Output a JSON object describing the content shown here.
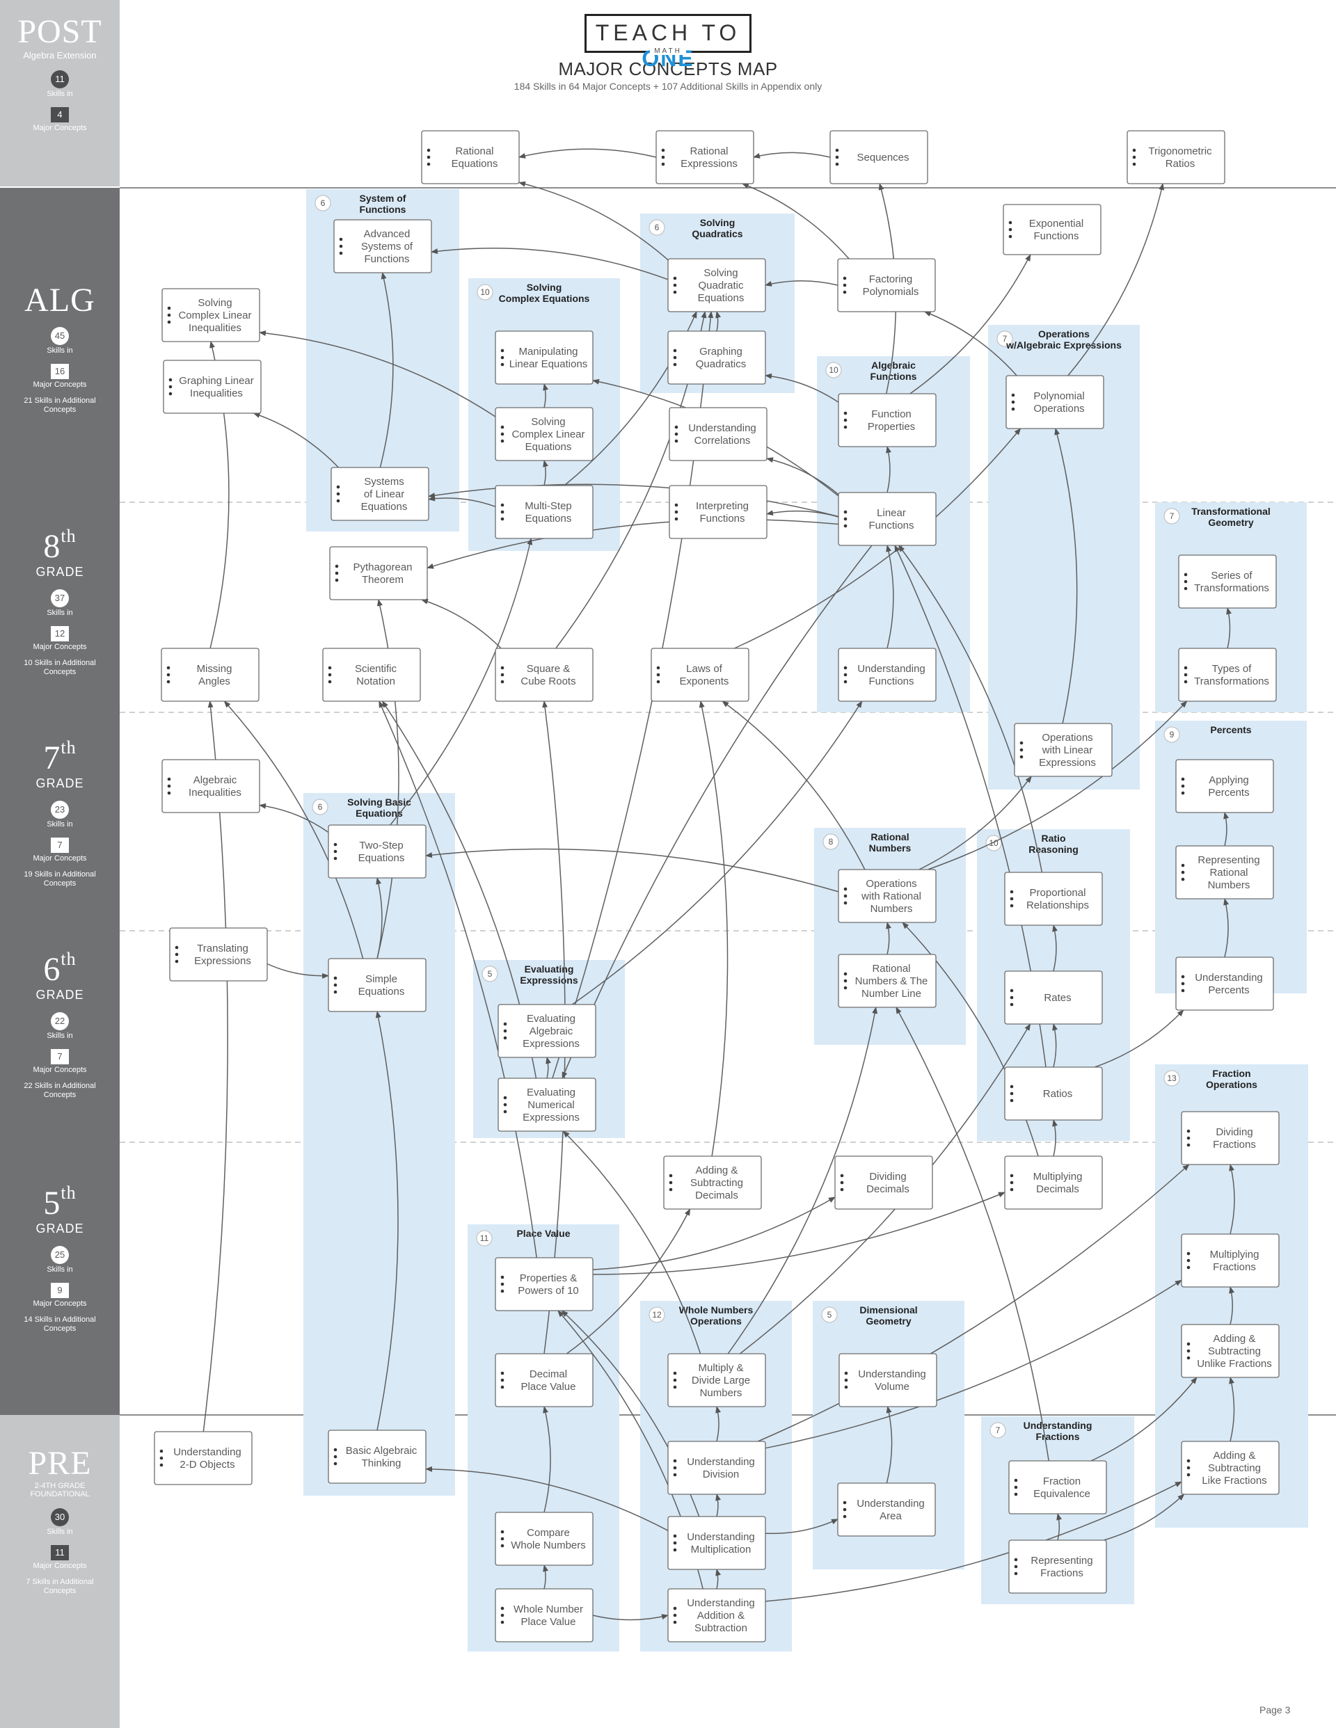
{
  "header": {
    "logo": {
      "word1": "TEACH TO",
      "word2": "ONE",
      "math": "MATH"
    },
    "title": "MAJOR CONCEPTS MAP",
    "subtitle": "184 Skills in 64 Major Concepts + 107 Additional Skills in Appendix only"
  },
  "sidebar": [
    {
      "name": "POST",
      "sub": "Algebra Extension",
      "skills": "11",
      "skills_label": "Skills in",
      "concepts": "4",
      "concepts_label": "Major Concepts"
    },
    {
      "name": "ALG",
      "skills": "45",
      "skills_label": "Skills in",
      "concepts": "16",
      "concepts_label": "Major Concepts",
      "extra": "21 Skills in Additional Concepts"
    },
    {
      "name": "8",
      "sup": "th",
      "grade": "GRADE",
      "skills": "37",
      "skills_label": "Skills in",
      "concepts": "12",
      "concepts_label": "Major Concepts",
      "extra": "10 Skills in Additional Concepts"
    },
    {
      "name": "7",
      "sup": "th",
      "grade": "GRADE",
      "skills": "23",
      "skills_label": "Skills in",
      "concepts": "7",
      "concepts_label": "Major Concepts",
      "extra": "19 Skills in Additional Concepts"
    },
    {
      "name": "6",
      "sup": "th",
      "grade": "GRADE",
      "skills": "22",
      "skills_label": "Skills in",
      "concepts": "7",
      "concepts_label": "Major Concepts",
      "extra": "22 Skills in Additional Concepts"
    },
    {
      "name": "5",
      "sup": "th",
      "grade": "GRADE",
      "skills": "25",
      "skills_label": "Skills in",
      "concepts": "9",
      "concepts_label": "Major Concepts",
      "extra": "14 Skills in Additional Concepts"
    },
    {
      "name": "PRE",
      "sub": "2-4TH GRADE FOUNDATIONAL",
      "skills": "30",
      "skills_label": "Skills in",
      "concepts": "11",
      "concepts_label": "Major Concepts",
      "extra": "7 Skills in Additional Concepts"
    }
  ],
  "groups": [
    {
      "id": "sysfunc",
      "title": [
        "System of",
        "Functions"
      ],
      "count": "6"
    },
    {
      "id": "solvcomplex",
      "title": [
        "Solving",
        "Complex Equations"
      ],
      "count": "10"
    },
    {
      "id": "solvquad",
      "title": [
        "Solving",
        "Quadratics"
      ],
      "count": "6"
    },
    {
      "id": "algfunc",
      "title": [
        "Algebraic",
        "Functions"
      ],
      "count": "10"
    },
    {
      "id": "opsalg",
      "title": [
        "Operations",
        "w/Algebraic Expressions"
      ],
      "count": "7"
    },
    {
      "id": "transgeo",
      "title": [
        "Transformational",
        "Geometry"
      ],
      "count": "7"
    },
    {
      "id": "percents",
      "title": [
        "Percents"
      ],
      "count": "9"
    },
    {
      "id": "basiceq",
      "title": [
        "Solving Basic",
        "Equations"
      ],
      "count": "6"
    },
    {
      "id": "ratnum",
      "title": [
        "Rational",
        "Numbers"
      ],
      "count": "8"
    },
    {
      "id": "ratio",
      "title": [
        "Ratio",
        "Reasoning"
      ],
      "count": "10"
    },
    {
      "id": "evalexp",
      "title": [
        "Evaluating",
        "Expressions"
      ],
      "count": "5"
    },
    {
      "id": "fracops",
      "title": [
        "Fraction",
        "Operations"
      ],
      "count": "13"
    },
    {
      "id": "placeval",
      "title": [
        "Place Value"
      ],
      "count": "11"
    },
    {
      "id": "wholeops",
      "title": [
        "Whole Numbers",
        "Operations"
      ],
      "count": "12"
    },
    {
      "id": "dimgeo",
      "title": [
        "Dimensional",
        "Geometry"
      ],
      "count": "5"
    },
    {
      "id": "undfrac",
      "title": [
        "Understanding",
        "Fractions"
      ],
      "count": "7"
    }
  ],
  "concepts": [
    {
      "id": "rateq",
      "lines": [
        "Rational",
        "Equations"
      ]
    },
    {
      "id": "ratexp",
      "lines": [
        "Rational",
        "Expressions"
      ]
    },
    {
      "id": "seq",
      "lines": [
        "Sequences"
      ]
    },
    {
      "id": "trig",
      "lines": [
        "Trigonometric",
        "Ratios"
      ]
    },
    {
      "id": "advsys",
      "lines": [
        "Advanced",
        "Systems of",
        "Functions"
      ]
    },
    {
      "id": "expfunc",
      "lines": [
        "Exponential",
        "Functions"
      ]
    },
    {
      "id": "solvquadn",
      "lines": [
        "Solving",
        "Quadratic",
        "Equations"
      ]
    },
    {
      "id": "factpoly",
      "lines": [
        "Factoring",
        "Polynomials"
      ]
    },
    {
      "id": "scli",
      "lines": [
        "Solving",
        "Complex Linear",
        "Inequalities"
      ]
    },
    {
      "id": "manlin",
      "lines": [
        "Manipulating",
        "Linear Equations"
      ]
    },
    {
      "id": "graphquad",
      "lines": [
        "Graphing",
        "Quadratics"
      ]
    },
    {
      "id": "gli",
      "lines": [
        "Graphing Linear",
        "Inequalities"
      ]
    },
    {
      "id": "polyops",
      "lines": [
        "Polynomial",
        "Operations"
      ]
    },
    {
      "id": "funcprop",
      "lines": [
        "Function",
        "Properties"
      ]
    },
    {
      "id": "undcorr",
      "lines": [
        "Understanding",
        "Correlations"
      ]
    },
    {
      "id": "scle",
      "lines": [
        "Solving",
        "Complex Linear",
        "Equations"
      ]
    },
    {
      "id": "sysle",
      "lines": [
        "Systems",
        "of Linear",
        "Equations"
      ]
    },
    {
      "id": "multistep",
      "lines": [
        "Multi-Step",
        "Equations"
      ]
    },
    {
      "id": "interpfunc",
      "lines": [
        "Interpreting",
        "Functions"
      ]
    },
    {
      "id": "linfunc",
      "lines": [
        "Linear",
        "Functions"
      ]
    },
    {
      "id": "pyth",
      "lines": [
        "Pythagorean",
        "Theorem"
      ]
    },
    {
      "id": "seriestrans",
      "lines": [
        "Series of",
        "Transformations"
      ]
    },
    {
      "id": "missang",
      "lines": [
        "Missing",
        "Angles"
      ]
    },
    {
      "id": "scinot",
      "lines": [
        "Scientific",
        "Notation"
      ]
    },
    {
      "id": "sqcube",
      "lines": [
        "Square &",
        "Cube Roots"
      ]
    },
    {
      "id": "lawexp",
      "lines": [
        "Laws of",
        "Exponents"
      ]
    },
    {
      "id": "undfunc",
      "lines": [
        "Understanding",
        "Functions"
      ]
    },
    {
      "id": "typestrans",
      "lines": [
        "Types of",
        "Transformations"
      ]
    },
    {
      "id": "oplinexp",
      "lines": [
        "Operations",
        "with Linear",
        "Expressions"
      ]
    },
    {
      "id": "algineq",
      "lines": [
        "Algebraic",
        "Inequalities"
      ]
    },
    {
      "id": "applypct",
      "lines": [
        "Applying",
        "Percents"
      ]
    },
    {
      "id": "twostep",
      "lines": [
        "Two-Step",
        "Equations"
      ]
    },
    {
      "id": "oprat",
      "lines": [
        "Operations",
        "with Rational",
        "Numbers"
      ]
    },
    {
      "id": "proprel",
      "lines": [
        "Proportional",
        "Relationships"
      ]
    },
    {
      "id": "reprat",
      "lines": [
        "Representing",
        "Rational",
        "Numbers"
      ]
    },
    {
      "id": "transexp",
      "lines": [
        "Translating",
        "Expressions"
      ]
    },
    {
      "id": "simpeq",
      "lines": [
        "Simple",
        "Equations"
      ]
    },
    {
      "id": "ratnumline",
      "lines": [
        "Rational",
        "Numbers & The",
        "Number Line"
      ]
    },
    {
      "id": "rates",
      "lines": [
        "Rates"
      ]
    },
    {
      "id": "undpct",
      "lines": [
        "Understanding",
        "Percents"
      ]
    },
    {
      "id": "evalalg",
      "lines": [
        "Evaluating",
        "Algebraic",
        "Expressions"
      ]
    },
    {
      "id": "evalnum",
      "lines": [
        "Evaluating",
        "Numerical",
        "Expressions"
      ]
    },
    {
      "id": "ratios",
      "lines": [
        "Ratios"
      ]
    },
    {
      "id": "divfrac",
      "lines": [
        "Dividing",
        "Fractions"
      ]
    },
    {
      "id": "adsubdec",
      "lines": [
        "Adding &",
        "Subtracting",
        "Decimals"
      ]
    },
    {
      "id": "divdec",
      "lines": [
        "Dividing",
        "Decimals"
      ]
    },
    {
      "id": "multdec",
      "lines": [
        "Multiplying",
        "Decimals"
      ]
    },
    {
      "id": "multfrac",
      "lines": [
        "Multiplying",
        "Fractions"
      ]
    },
    {
      "id": "powers10",
      "lines": [
        "Properties &",
        "Powers of 10"
      ]
    },
    {
      "id": "adsubunlike",
      "lines": [
        "Adding &",
        "Subtracting",
        "Unlike Fractions"
      ]
    },
    {
      "id": "decpv",
      "lines": [
        "Decimal",
        "Place Value"
      ]
    },
    {
      "id": "multdivlarge",
      "lines": [
        "Multiply &",
        "Divide Large",
        "Numbers"
      ]
    },
    {
      "id": "undvol",
      "lines": [
        "Understanding",
        "Volume"
      ]
    },
    {
      "id": "und2d",
      "lines": [
        "Understanding",
        "2-D Objects"
      ]
    },
    {
      "id": "basicalg",
      "lines": [
        "Basic Algebraic",
        "Thinking"
      ]
    },
    {
      "id": "unddiv",
      "lines": [
        "Understanding",
        "Division"
      ]
    },
    {
      "id": "fraceq",
      "lines": [
        "Fraction",
        "Equivalence"
      ]
    },
    {
      "id": "adsublike",
      "lines": [
        "Adding &",
        "Subtracting",
        "Like Fractions"
      ]
    },
    {
      "id": "compwhole",
      "lines": [
        "Compare",
        "Whole Numbers"
      ]
    },
    {
      "id": "undmult",
      "lines": [
        "Understanding",
        "Multiplication"
      ]
    },
    {
      "id": "undarea",
      "lines": [
        "Understanding",
        "Area"
      ]
    },
    {
      "id": "repfrac",
      "lines": [
        "Representing",
        "Fractions"
      ]
    },
    {
      "id": "wholepv",
      "lines": [
        "Whole Number",
        "Place Value"
      ]
    },
    {
      "id": "undaddsub",
      "lines": [
        "Understanding",
        "Addition &",
        "Subtraction"
      ]
    }
  ],
  "edges": [
    [
      "ratexp",
      "rateq"
    ],
    [
      "seq",
      "ratexp"
    ],
    [
      "solvquadn",
      "rateq"
    ],
    [
      "factpoly",
      "solvquadn"
    ],
    [
      "factpoly",
      "ratexp"
    ],
    [
      "polyops",
      "factpoly"
    ],
    [
      "funcprop",
      "expfunc"
    ],
    [
      "funcprop",
      "seq"
    ],
    [
      "solvquadn",
      "advsys"
    ],
    [
      "sysle",
      "advsys"
    ],
    [
      "sysle",
      "gli"
    ],
    [
      "scle",
      "scli"
    ],
    [
      "scle",
      "manlin"
    ],
    [
      "multistep",
      "scle"
    ],
    [
      "multistep",
      "sysle"
    ],
    [
      "multistep",
      "solvquadn"
    ],
    [
      "sqcube",
      "solvquadn"
    ],
    [
      "graphquad",
      "solvquadn"
    ],
    [
      "funcprop",
      "graphquad"
    ],
    [
      "linfunc",
      "funcprop"
    ],
    [
      "linfunc",
      "undcorr"
    ],
    [
      "linfunc",
      "interpfunc"
    ],
    [
      "linfunc",
      "sysle"
    ],
    [
      "linfunc",
      "manlin"
    ],
    [
      "linfunc",
      "pyth"
    ],
    [
      "undfunc",
      "linfunc"
    ],
    [
      "lawexp",
      "polyops"
    ],
    [
      "oplinexp",
      "polyops"
    ],
    [
      "sqcube",
      "pyth"
    ],
    [
      "missang",
      "scli"
    ],
    [
      "simpeq",
      "pyth"
    ],
    [
      "simpeq",
      "missang"
    ],
    [
      "twostep",
      "multistep"
    ],
    [
      "twostep",
      "algineq"
    ],
    [
      "oprat",
      "twostep"
    ],
    [
      "oprat",
      "lawexp"
    ],
    [
      "oprat",
      "oplinexp"
    ],
    [
      "oprat",
      "typestrans"
    ],
    [
      "ratnumline",
      "oprat"
    ],
    [
      "typestrans",
      "seriestrans"
    ],
    [
      "undpct",
      "reprat"
    ],
    [
      "reprat",
      "applypct"
    ],
    [
      "evalalg",
      "undfunc"
    ],
    [
      "evalnum",
      "evalalg"
    ],
    [
      "evalnum",
      "scinot"
    ],
    [
      "evalnum",
      "solvquadn"
    ],
    [
      "transexp",
      "simpeq"
    ],
    [
      "simpeq",
      "twostep"
    ],
    [
      "basicalg",
      "simpeq"
    ],
    [
      "rates",
      "proprel"
    ],
    [
      "ratios",
      "rates"
    ],
    [
      "ratios",
      "undpct"
    ],
    [
      "ratios",
      "linfunc"
    ],
    [
      "proprel",
      "linfunc"
    ],
    [
      "multdec",
      "oprat"
    ],
    [
      "multdec",
      "ratios"
    ],
    [
      "multdivlarge",
      "ratnumline"
    ],
    [
      "adsubdec",
      "lawexp"
    ],
    [
      "powers10",
      "divdec"
    ],
    [
      "powers10",
      "multdec"
    ],
    [
      "powers10",
      "scinot"
    ],
    [
      "decpv",
      "adsubdec"
    ],
    [
      "decpv",
      "sqcube"
    ],
    [
      "multdivlarge",
      "rates"
    ],
    [
      "multdivlarge",
      "evalnum"
    ],
    [
      "undmult",
      "basicalg"
    ],
    [
      "undmult",
      "undarea"
    ],
    [
      "undmult",
      "powers10"
    ],
    [
      "undaddsub",
      "undmult"
    ],
    [
      "unddiv",
      "multdivlarge"
    ],
    [
      "unddiv",
      "divfrac"
    ],
    [
      "undmult",
      "unddiv"
    ],
    [
      "compwhole",
      "decpv"
    ],
    [
      "wholepv",
      "compwhole"
    ],
    [
      "wholepv",
      "undaddsub"
    ],
    [
      "undarea",
      "undvol"
    ],
    [
      "repfrac",
      "fraceq"
    ],
    [
      "fraceq",
      "adsubunlike"
    ],
    [
      "repfrac",
      "adsublike"
    ],
    [
      "adsublike",
      "adsubunlike"
    ],
    [
      "adsubunlike",
      "multfrac"
    ],
    [
      "multfrac",
      "divfrac"
    ],
    [
      "undaddsub",
      "adsublike"
    ],
    [
      "und2d",
      "missang"
    ],
    [
      "fraceq",
      "ratnumline"
    ],
    [
      "unddiv",
      "multfrac"
    ],
    [
      "undaddsub",
      "powers10"
    ],
    [
      "polyops",
      "trig"
    ],
    [
      "linfunc",
      "evalnum"
    ]
  ]
}
